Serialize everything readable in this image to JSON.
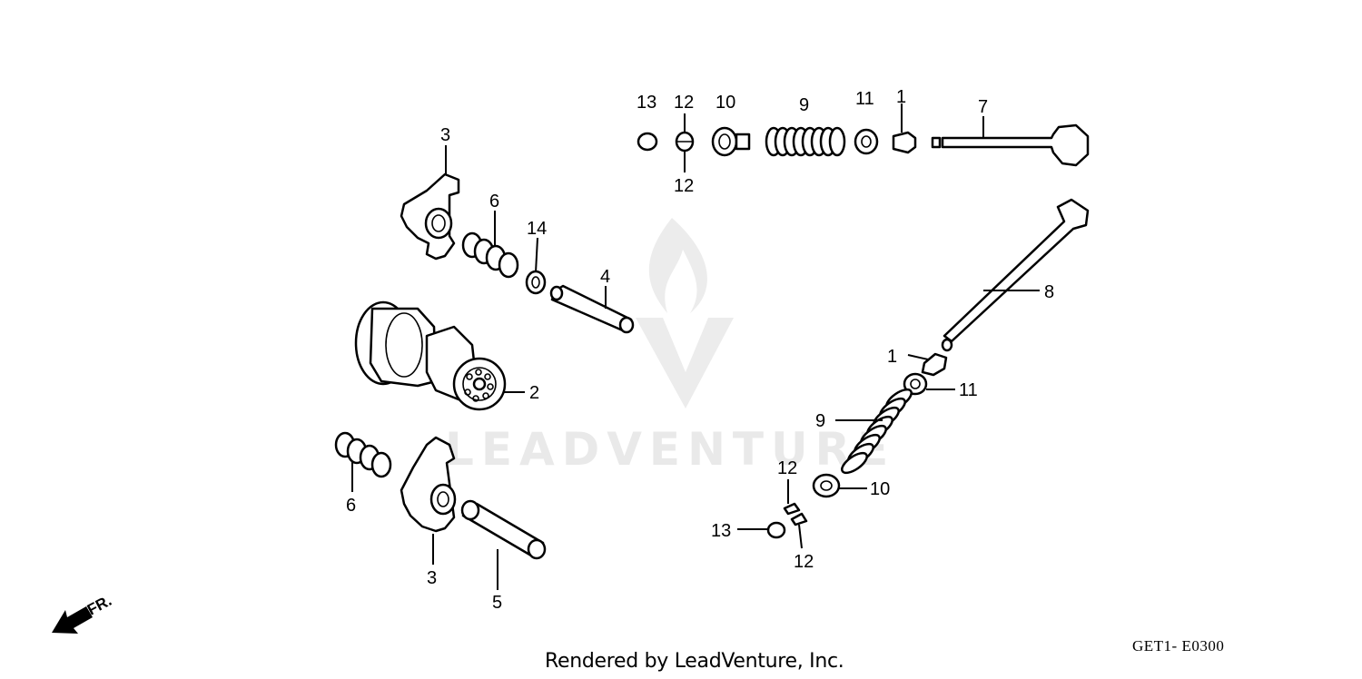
{
  "watermark": {
    "text": "LEADVENTURE"
  },
  "footer": {
    "rendered_by": "Rendered by LeadVenture, Inc."
  },
  "diagram_code": {
    "text": "GET1-  E0300"
  },
  "direction_arrow": {
    "label": "FR.",
    "icon": "front-direction-arrow"
  },
  "callouts": {
    "c1a": "1",
    "c1b": "1",
    "c2": "2",
    "c3a": "3",
    "c3b": "3",
    "c4": "4",
    "c5": "5",
    "c6a": "6",
    "c6b": "6",
    "c7": "7",
    "c8": "8",
    "c9a": "9",
    "c9b": "9",
    "c10a": "10",
    "c10b": "10",
    "c11a": "11",
    "c11b": "11",
    "c12a": "12",
    "c12b": "12",
    "c12c": "12",
    "c12d": "12",
    "c13a": "13",
    "c13b": "13",
    "c14": "14"
  }
}
